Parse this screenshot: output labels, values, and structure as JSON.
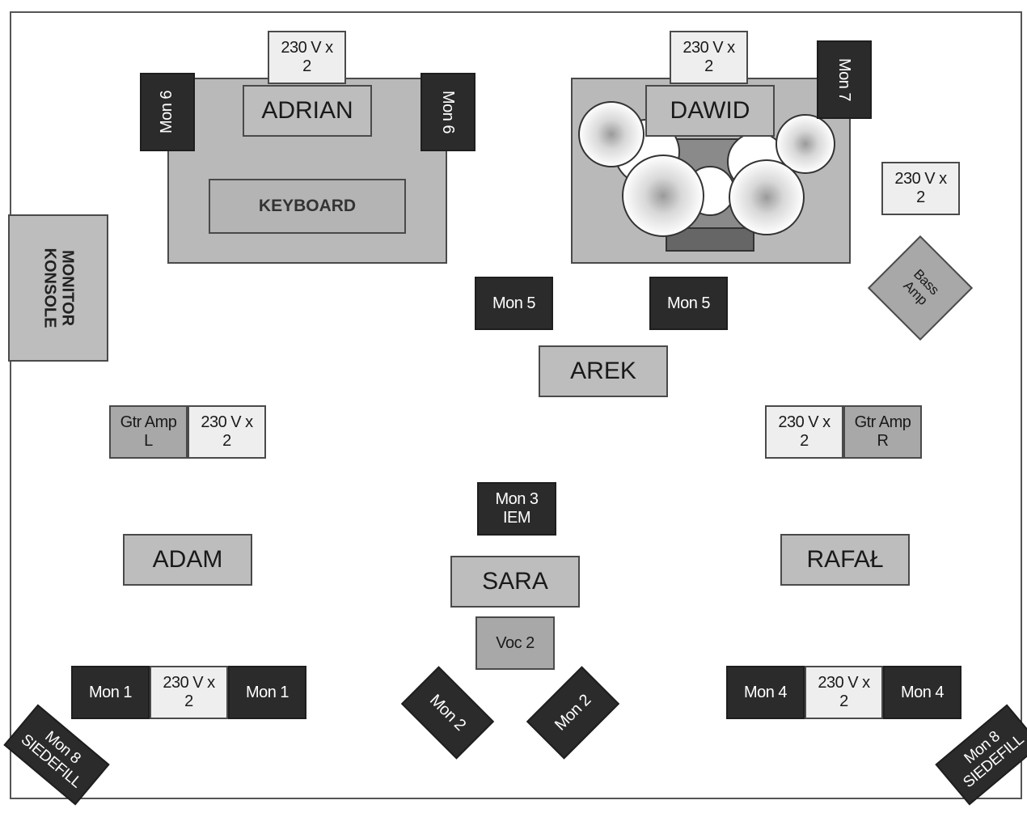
{
  "people": {
    "adrian": "ADRIAN",
    "dawid": "DAWID",
    "arek": "AREK",
    "adam": "ADAM",
    "sara": "SARA",
    "rafal": "RAFAŁ"
  },
  "gear": {
    "keyboard": "KEYBOARD",
    "monitor_konsole": "MONITOR\nKONSOLE",
    "bass_amp": "Bass\nAmp",
    "gtr_amp_l": "Gtr Amp\nL",
    "gtr_amp_r": "Gtr Amp\nR",
    "voc2": "Voc 2"
  },
  "power": "230 V x\n2",
  "monitors": {
    "mon1": "Mon 1",
    "mon2": "Mon 2",
    "mon3": "Mon 3\nIEM",
    "mon4": "Mon 4",
    "mon5": "Mon 5",
    "mon6": "Mon 6",
    "mon7": "Mon 7",
    "mon8": "Mon 8\nSIEDEFILL"
  },
  "colors": {
    "monitor": "#2b2b2b",
    "person": "#bdbdbd",
    "power": "#eeeeee",
    "riser": "#b9b9b9"
  }
}
